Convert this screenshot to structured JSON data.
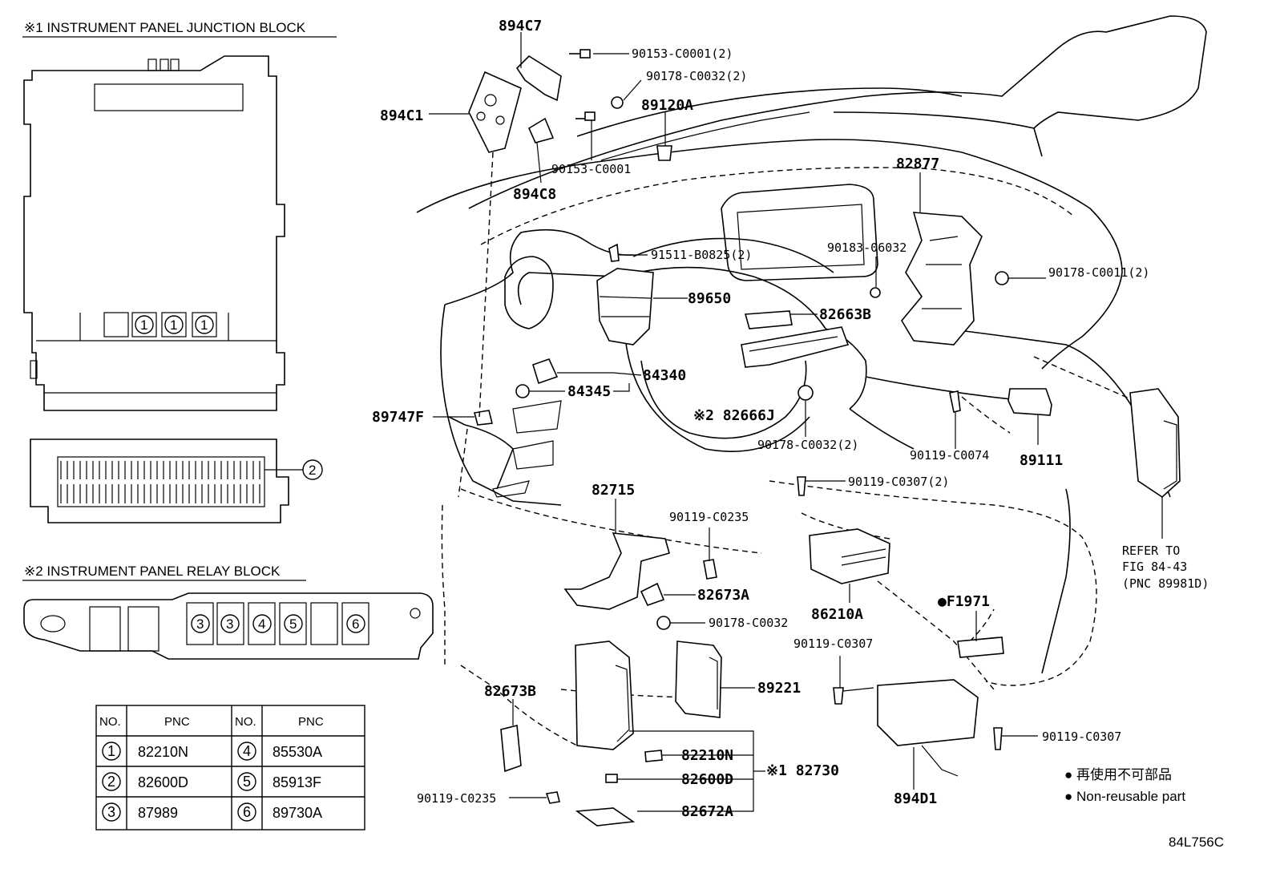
{
  "headings": {
    "junction_block": "※1 INSTRUMENT PANEL JUNCTION BLOCK",
    "relay_block": "※2 INSTRUMENT PANEL RELAY BLOCK"
  },
  "circled": {
    "one": "1",
    "two": "2",
    "three": "3",
    "four": "4",
    "five": "5",
    "six": "6"
  },
  "table": {
    "col_no": "NO.",
    "col_pnc": "PNC",
    "rows": [
      {
        "no_a": "1",
        "pnc_a": "82210N",
        "no_b": "4",
        "pnc_b": "85530A"
      },
      {
        "no_a": "2",
        "pnc_a": "82600D",
        "no_b": "5",
        "pnc_b": "85913F"
      },
      {
        "no_a": "3",
        "pnc_a": "87989",
        "no_b": "6",
        "pnc_b": "89730A"
      }
    ]
  },
  "labels": {
    "p894C7": "894C7",
    "p90153_C0001_2": "90153-C0001(2)",
    "p90178_C0032_2a": "90178-C0032(2)",
    "p894C1": "894C1",
    "p89120A": "89120A",
    "p90153_C0001": "90153-C0001",
    "p894C8": "894C8",
    "p82877": "82877",
    "p91511": "91511-B0825(2)",
    "p90183": "90183-06032",
    "p90178_C0011": "90178-C0011(2)",
    "p89650": "89650",
    "p82663B": "82663B",
    "p84340": "84340",
    "p84345": "84345",
    "p89747F": "89747F",
    "p82666J": "※2 82666J",
    "p90178_C0032_2b": "90178-C0032(2)",
    "p90119_C0074": "90119-C0074",
    "p89111": "89111",
    "p90119_C0307_2": "90119-C0307(2)",
    "p82715": "82715",
    "p90119_C0235a": "90119-C0235",
    "p82673A": "82673A",
    "p90178_C0032": "90178-C0032",
    "p86210A": "86210A",
    "pF1971": "●F1971",
    "p90119_C0307a": "90119-C0307",
    "p89221": "89221",
    "p82673B": "82673B",
    "p82210N": "82210N",
    "p82730": "※1 82730",
    "p82600D": "82600D",
    "p90119_C0235b": "90119-C0235",
    "p82672A": "82672A",
    "p894D1": "894D1",
    "p90119_C0307b": "90119-C0307",
    "refer1": "REFER TO",
    "refer2": "FIG 84-43",
    "refer3": "(PNC 89981D)"
  },
  "legend": {
    "jp": "● 再使用不可部品",
    "en": "● Non-reusable part"
  },
  "figure_code": "84L756C"
}
